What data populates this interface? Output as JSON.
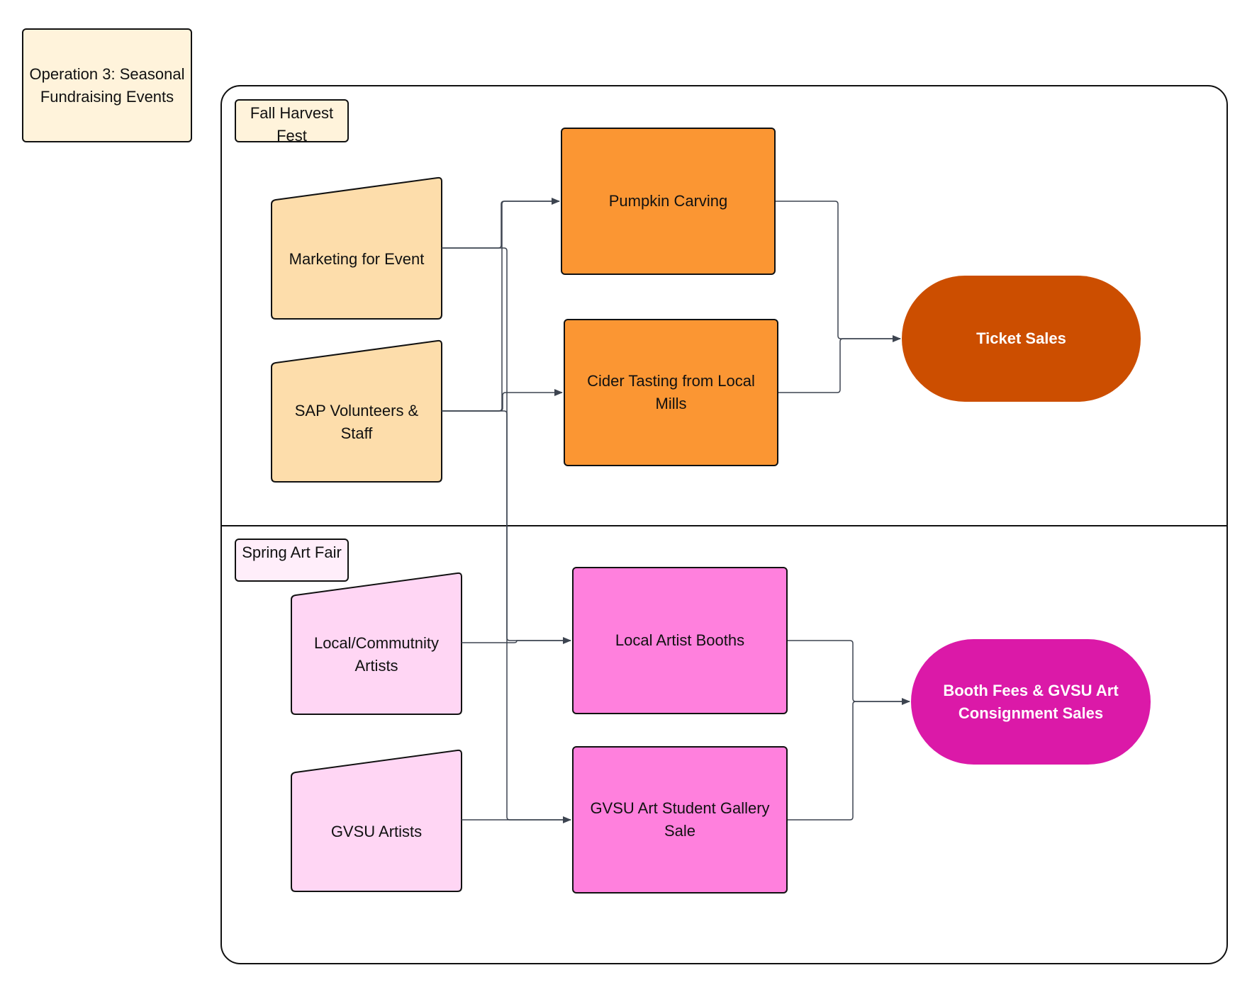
{
  "title": "Operation 3: Seasonal Fundraising Events",
  "colors": {
    "fall_input": "#fdddab",
    "fall_process": "#fb9633",
    "fall_output": "#cc4e00",
    "spring_input": "#ffd6f4",
    "spring_process": "#ff80dd",
    "spring_output": "#db19a8",
    "connector": "#3d4450"
  },
  "lanes": [
    {
      "label": "Fall Harvest Fest",
      "inputs": [
        "Marketing for Event",
        "SAP Volunteers & Staff"
      ],
      "processes": [
        "Pumpkin Carving",
        "Cider Tasting from Local Mills"
      ],
      "output": "Ticket Sales"
    },
    {
      "label": "Spring Art Fair",
      "inputs": [
        "Local/Commutnity Artists",
        "GVSU Artists"
      ],
      "processes": [
        "Local Artist Booths",
        "GVSU Art Student Gallery Sale"
      ],
      "output": "Booth Fees & GVSU Art Consignment Sales"
    }
  ],
  "connections": [
    {
      "from": "Marketing for Event",
      "to": "Pumpkin Carving"
    },
    {
      "from": "Marketing for Event",
      "to": "GVSU Art Student Gallery Sale"
    },
    {
      "from": "SAP Volunteers & Staff",
      "to": "Pumpkin Carving"
    },
    {
      "from": "SAP Volunteers & Staff",
      "to": "Cider Tasting from Local Mills"
    },
    {
      "from": "SAP Volunteers & Staff",
      "to": "Local Artist Booths"
    },
    {
      "from": "Local/Commutnity Artists",
      "to": "Local Artist Booths"
    },
    {
      "from": "GVSU Artists",
      "to": "GVSU Art Student Gallery Sale"
    },
    {
      "from": "Pumpkin Carving",
      "to": "Ticket Sales"
    },
    {
      "from": "Cider Tasting from Local Mills",
      "to": "Ticket Sales"
    },
    {
      "from": "Local Artist Booths",
      "to": "Booth Fees & GVSU Art Consignment Sales"
    },
    {
      "from": "GVSU Art Student Gallery Sale",
      "to": "Booth Fees & GVSU Art Consignment Sales"
    }
  ]
}
